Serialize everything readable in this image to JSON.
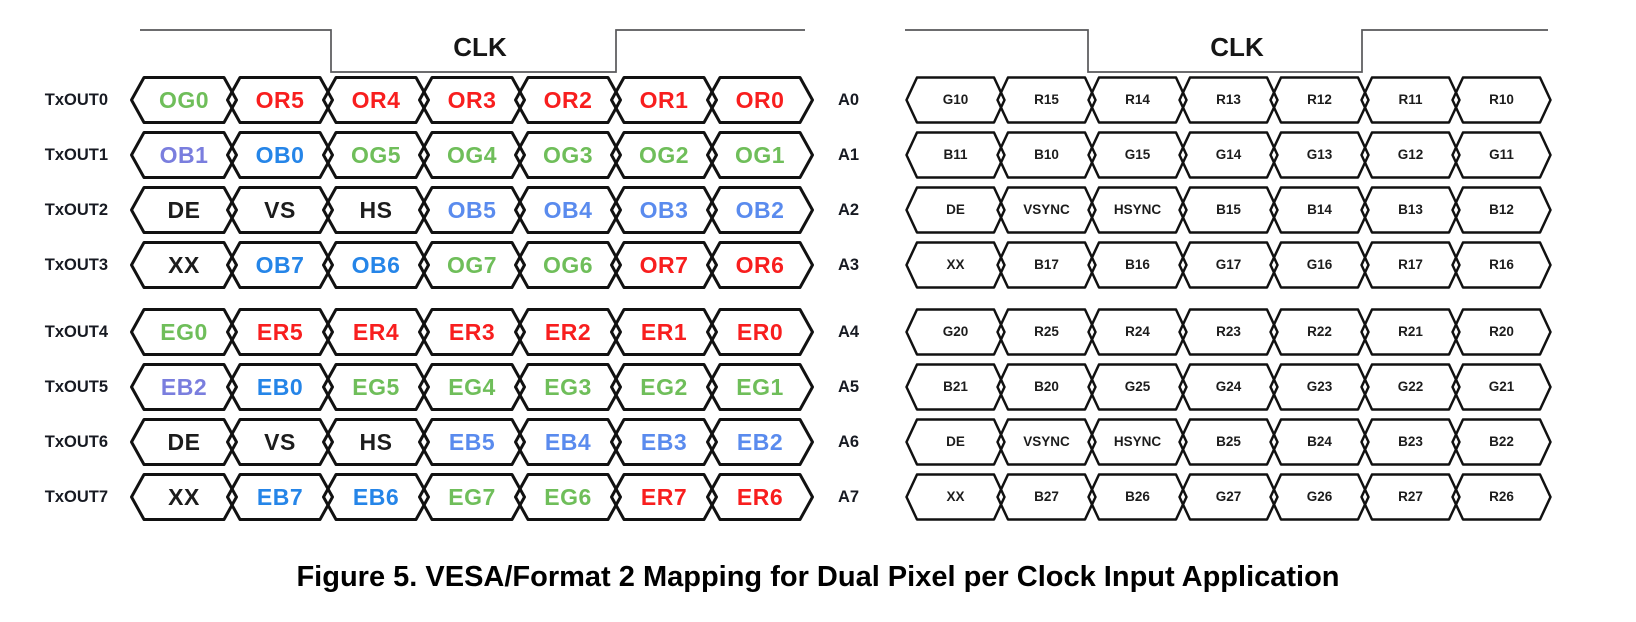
{
  "palette": {
    "red": "#f81e1e",
    "green": "#6fbe5a",
    "azure": "#2585e8",
    "cornflower": "#5a8bee",
    "slate": "#7a7ede",
    "black": "#1c1c1c"
  },
  "clk_label": "CLK",
  "caption": "Figure 5. VESA/Format 2 Mapping for Dual Pixel per Clock Input Application",
  "left_diagram": {
    "rows": [
      {
        "label": "TxOUT0",
        "cells": [
          {
            "t": "OG0",
            "c": "green"
          },
          {
            "t": "OR5",
            "c": "red"
          },
          {
            "t": "OR4",
            "c": "red"
          },
          {
            "t": "OR3",
            "c": "red"
          },
          {
            "t": "OR2",
            "c": "red"
          },
          {
            "t": "OR1",
            "c": "red"
          },
          {
            "t": "OR0",
            "c": "red"
          }
        ]
      },
      {
        "label": "TxOUT1",
        "cells": [
          {
            "t": "OB1",
            "c": "slate"
          },
          {
            "t": "OB0",
            "c": "azure"
          },
          {
            "t": "OG5",
            "c": "green"
          },
          {
            "t": "OG4",
            "c": "green"
          },
          {
            "t": "OG3",
            "c": "green"
          },
          {
            "t": "OG2",
            "c": "green"
          },
          {
            "t": "OG1",
            "c": "green"
          }
        ]
      },
      {
        "label": "TxOUT2",
        "cells": [
          {
            "t": "DE",
            "c": "black"
          },
          {
            "t": "VS",
            "c": "black"
          },
          {
            "t": "HS",
            "c": "black"
          },
          {
            "t": "OB5",
            "c": "cornflower"
          },
          {
            "t": "OB4",
            "c": "cornflower"
          },
          {
            "t": "OB3",
            "c": "cornflower"
          },
          {
            "t": "OB2",
            "c": "cornflower"
          }
        ]
      },
      {
        "label": "TxOUT3",
        "cells": [
          {
            "t": "XX",
            "c": "black"
          },
          {
            "t": "OB7",
            "c": "azure"
          },
          {
            "t": "OB6",
            "c": "azure"
          },
          {
            "t": "OG7",
            "c": "green"
          },
          {
            "t": "OG6",
            "c": "green"
          },
          {
            "t": "OR7",
            "c": "red"
          },
          {
            "t": "OR6",
            "c": "red"
          }
        ]
      },
      {
        "label": "TxOUT4",
        "cells": [
          {
            "t": "EG0",
            "c": "green"
          },
          {
            "t": "ER5",
            "c": "red"
          },
          {
            "t": "ER4",
            "c": "red"
          },
          {
            "t": "ER3",
            "c": "red"
          },
          {
            "t": "ER2",
            "c": "red"
          },
          {
            "t": "ER1",
            "c": "red"
          },
          {
            "t": "ER0",
            "c": "red"
          }
        ]
      },
      {
        "label": "TxOUT5",
        "cells": [
          {
            "t": "EB2",
            "c": "slate"
          },
          {
            "t": "EB0",
            "c": "azure"
          },
          {
            "t": "EG5",
            "c": "green"
          },
          {
            "t": "EG4",
            "c": "green"
          },
          {
            "t": "EG3",
            "c": "green"
          },
          {
            "t": "EG2",
            "c": "green"
          },
          {
            "t": "EG1",
            "c": "green"
          }
        ]
      },
      {
        "label": "TxOUT6",
        "cells": [
          {
            "t": "DE",
            "c": "black"
          },
          {
            "t": "VS",
            "c": "black"
          },
          {
            "t": "HS",
            "c": "black"
          },
          {
            "t": "EB5",
            "c": "cornflower"
          },
          {
            "t": "EB4",
            "c": "cornflower"
          },
          {
            "t": "EB3",
            "c": "cornflower"
          },
          {
            "t": "EB2",
            "c": "cornflower"
          }
        ]
      },
      {
        "label": "TxOUT7",
        "cells": [
          {
            "t": "XX",
            "c": "black"
          },
          {
            "t": "EB7",
            "c": "azure"
          },
          {
            "t": "EB6",
            "c": "azure"
          },
          {
            "t": "EG7",
            "c": "green"
          },
          {
            "t": "EG6",
            "c": "green"
          },
          {
            "t": "ER7",
            "c": "red"
          },
          {
            "t": "ER6",
            "c": "red"
          }
        ]
      }
    ]
  },
  "right_diagram": {
    "text_color": "black",
    "rows": [
      {
        "label": "A0",
        "cells": [
          "G10",
          "R15",
          "R14",
          "R13",
          "R12",
          "R11",
          "R10"
        ]
      },
      {
        "label": "A1",
        "cells": [
          "B11",
          "B10",
          "G15",
          "G14",
          "G13",
          "G12",
          "G11"
        ]
      },
      {
        "label": "A2",
        "cells": [
          "DE",
          "VSYNC",
          "HSYNC",
          "B15",
          "B14",
          "B13",
          "B12"
        ]
      },
      {
        "label": "A3",
        "cells": [
          "XX",
          "B17",
          "B16",
          "G17",
          "G16",
          "R17",
          "R16"
        ]
      },
      {
        "label": "A4",
        "cells": [
          "G20",
          "R25",
          "R24",
          "R23",
          "R22",
          "R21",
          "R20"
        ]
      },
      {
        "label": "A5",
        "cells": [
          "B21",
          "B20",
          "G25",
          "G24",
          "G23",
          "G22",
          "G21"
        ]
      },
      {
        "label": "A6",
        "cells": [
          "DE",
          "VSYNC",
          "HSYNC",
          "B25",
          "B24",
          "B23",
          "B22"
        ]
      },
      {
        "label": "A7",
        "cells": [
          "XX",
          "B27",
          "B26",
          "G27",
          "G26",
          "R27",
          "R26"
        ]
      }
    ]
  }
}
